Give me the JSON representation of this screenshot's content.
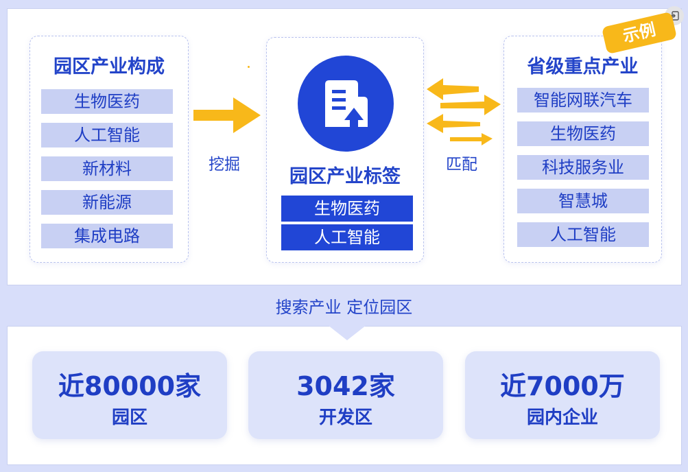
{
  "badge": "示例",
  "left_card": {
    "title": "园区产业构成",
    "items": [
      "生物医药",
      "人工智能",
      "新材料",
      "新能源",
      "集成电路"
    ]
  },
  "center_card": {
    "icon": "building-icon",
    "title": "园区产业标签",
    "tags": [
      "生物医药",
      "人工智能"
    ]
  },
  "right_card": {
    "title": "省级重点产业",
    "items": [
      "智能网联汽车",
      "生物医药",
      "科技服务业",
      "智慧城",
      "人工智能"
    ]
  },
  "arrows": {
    "mine_label": "挖掘",
    "match_label": "匹配"
  },
  "search_caption": "搜索产业 定位园区",
  "stats": [
    {
      "value": "近80000家",
      "label": "园区"
    },
    {
      "value": "3042家",
      "label": "开发区"
    },
    {
      "value": "近7000万",
      "label": "园内企业"
    }
  ],
  "colors": {
    "primary_blue": "#2146d6",
    "text_blue": "#1f3ec4",
    "tag_bg": "#c8d0f3",
    "arrow_yellow": "#f8b81a",
    "page_bg": "#d8defa"
  }
}
